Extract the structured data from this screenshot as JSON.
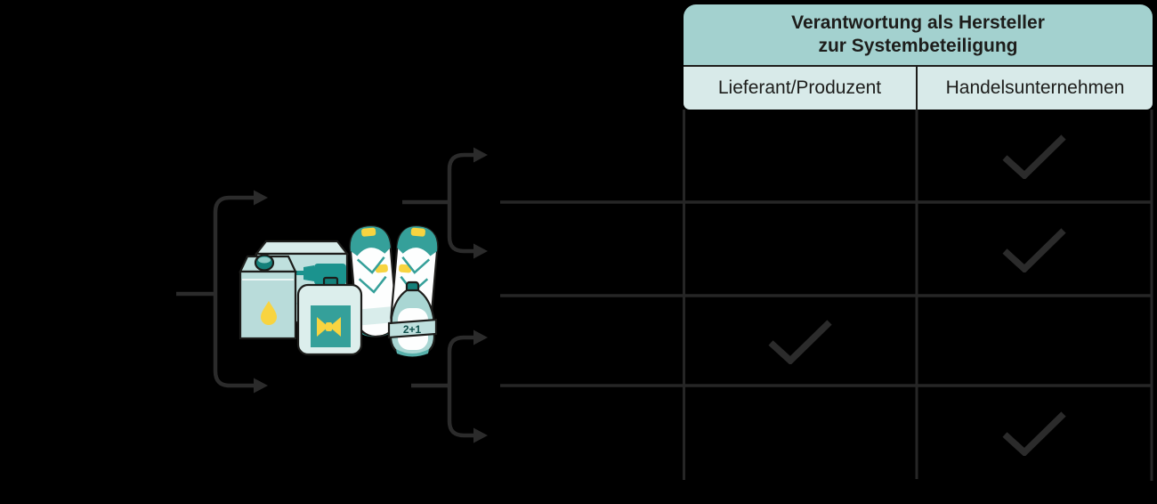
{
  "header": {
    "title_line1": "Verantwortung als Hersteller",
    "title_line2": "zur Systembeteiligung",
    "columns": [
      {
        "label": "Lieferant/Produzent"
      },
      {
        "label": "Handelsunternehmen"
      }
    ]
  },
  "matrix": {
    "description": "4 unlabeled rows; checkmark indicates responsible party",
    "rows": [
      {
        "checks": [
          false,
          true
        ]
      },
      {
        "checks": [
          false,
          true
        ]
      },
      {
        "checks": [
          true,
          false
        ]
      },
      {
        "checks": [
          false,
          true
        ]
      }
    ]
  },
  "illustration": {
    "bottle_badge": "2+1",
    "items": [
      "beverage-carton",
      "drill-box",
      "pouch-bag",
      "sneaker-pair",
      "promo-bottle"
    ]
  },
  "colors": {
    "background": "#000000",
    "header_teal": "#a3d1cf",
    "subheader_teal": "#d8eae9",
    "header_text": "#1d1d1b",
    "line": "#262626",
    "mark": "#2b2b2b",
    "illo_dark": "#1b938e",
    "illo_yellow": "#f8d440"
  }
}
